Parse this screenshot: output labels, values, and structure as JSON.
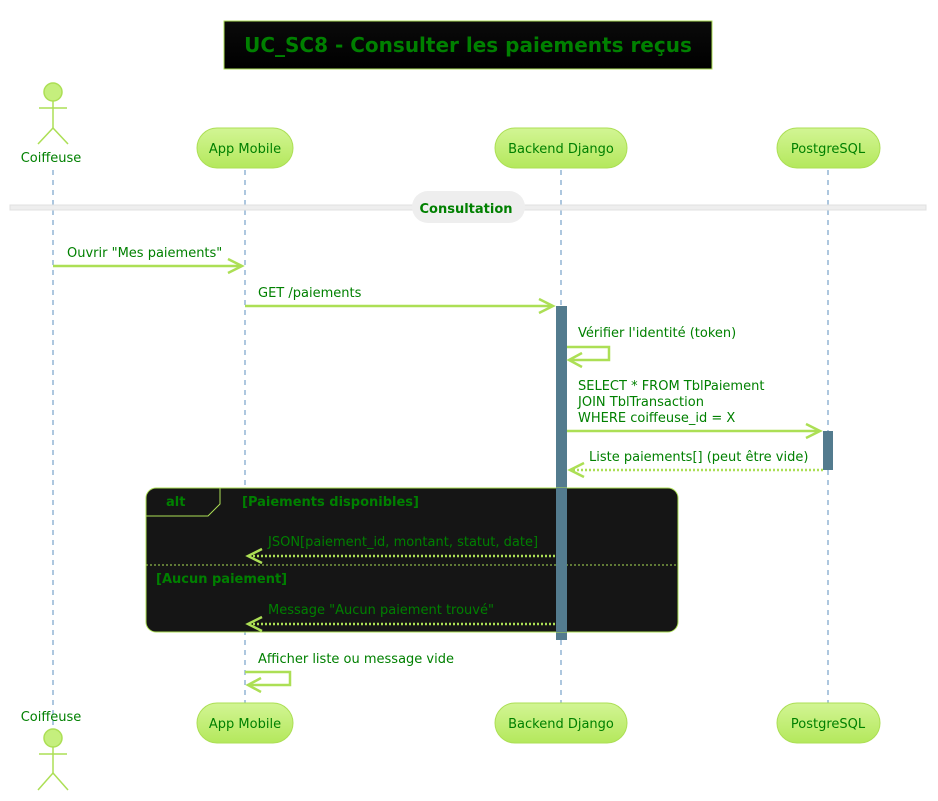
{
  "title": "UC_SC8 - Consulter les paiements reçus",
  "participants": {
    "coiffeuse": "Coiffeuse",
    "app": "App Mobile",
    "backend": "Backend Django",
    "db": "PostgreSQL"
  },
  "divider": "Consultation",
  "messages": {
    "m1": "Ouvrir \"Mes paiements\"",
    "m2": "GET /paiements",
    "m3": "Vérifier l'identité (token)",
    "m4": [
      "SELECT * FROM TblPaiement",
      "JOIN TblTransaction",
      "WHERE coiffeuse_id = X"
    ],
    "m5": "Liste paiements[] (peut être vide)",
    "m6": "JSON[paiement_id, montant, statut, date]",
    "m7": "Message \"Aucun paiement trouvé\"",
    "m8": "Afficher liste ou message vide"
  },
  "alt": {
    "keyword": "alt",
    "guard1": "[Paiements disponibles]",
    "guard2": "[Aucun paiement]"
  },
  "colors": {
    "accent": "#acdf55",
    "text": "#008000",
    "activation": "#537b8e",
    "alt_fill": "#151515",
    "participant_fill": "#c5ef7d",
    "title_fill": "#000000"
  }
}
